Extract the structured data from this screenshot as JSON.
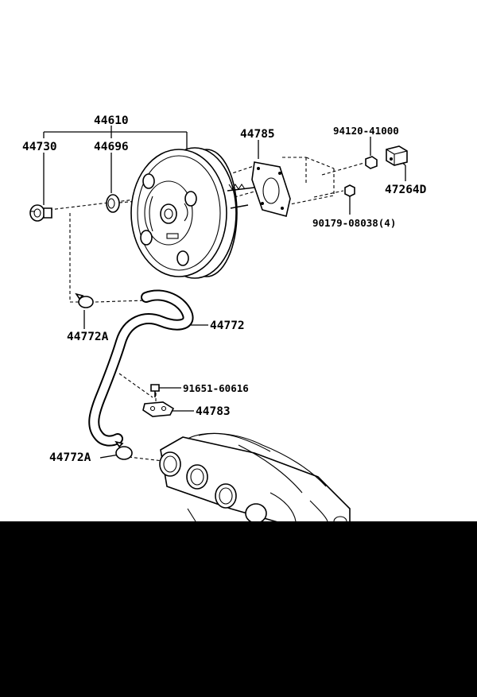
{
  "colors": {
    "background": "#ffffff",
    "ink": "#000000",
    "band": "#000000"
  },
  "parts": [
    {
      "id": "p44610",
      "number": "44610"
    },
    {
      "id": "p44730",
      "number": "44730"
    },
    {
      "id": "p44696",
      "number": "44696"
    },
    {
      "id": "p44785",
      "number": "44785"
    },
    {
      "id": "p94120",
      "number": "94120-41000"
    },
    {
      "id": "p47264",
      "number": "47264D"
    },
    {
      "id": "p90179",
      "number": "90179-08038(4)"
    },
    {
      "id": "p44772",
      "number": "44772"
    },
    {
      "id": "p44772a1",
      "number": "44772A"
    },
    {
      "id": "p91651",
      "number": "91651-60616"
    },
    {
      "id": "p44783",
      "number": "44783"
    },
    {
      "id": "p44772a2",
      "number": "44772A"
    }
  ]
}
